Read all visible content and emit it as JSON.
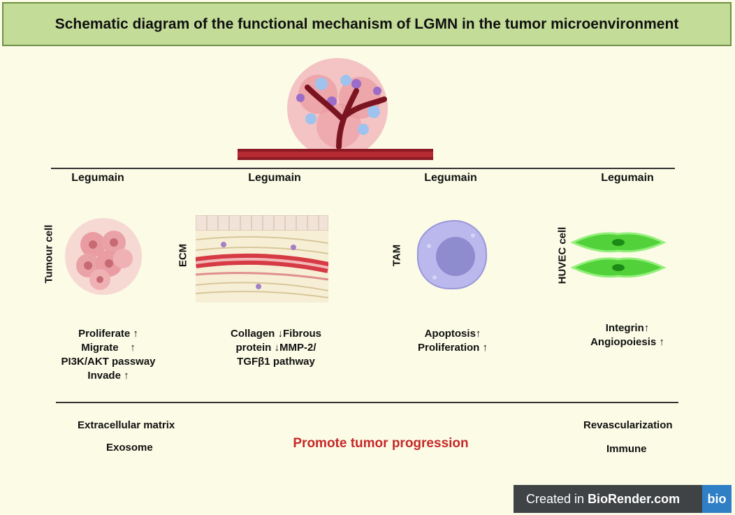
{
  "title": "Schematic diagram of the functional mechanism of LGMN in the tumor microenvironment",
  "columns": [
    {
      "header": "Legumain",
      "cell_label": "Tumour cell",
      "lines": [
        "Proliferate ↑",
        "Migrate    ↑",
        "PI3K/AKT passway",
        "Invade ↑"
      ]
    },
    {
      "header": "Legumain",
      "cell_label": "ECM",
      "lines": [
        "Collagen ↓Fibrous",
        "protein ↓MMP-2/",
        "TGFβ1 pathway"
      ]
    },
    {
      "header": "Legumain",
      "cell_label": "TAM",
      "lines": [
        "Apoptosis↑",
        "Proliferation ↑"
      ]
    },
    {
      "header": "Legumain",
      "cell_label": "HUVEC cell",
      "lines": [
        "Integrin↑",
        "Angiopoiesis ↑"
      ]
    }
  ],
  "footer": {
    "left": [
      "Extracellular matrix",
      "Exosome"
    ],
    "center": "Promote tumor progression",
    "right": [
      "Revascularization",
      "Immune"
    ]
  },
  "watermark": {
    "prefix": "Created in ",
    "brand": "BioRender.com",
    "logo": "bio"
  },
  "colors": {
    "title_bg": "#c3dc98",
    "background": "#fbfbe6",
    "accent": "#c62828"
  }
}
